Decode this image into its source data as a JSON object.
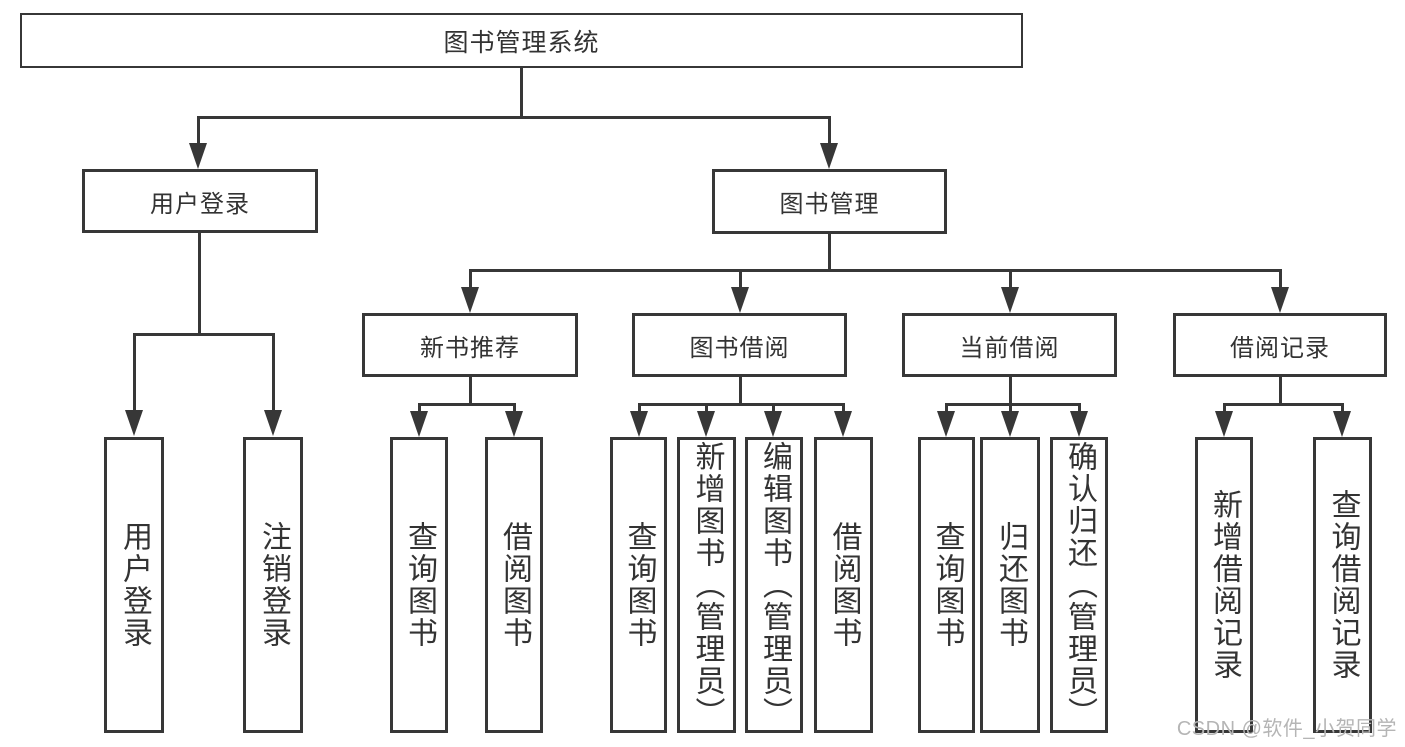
{
  "colors": {
    "line": "#373737",
    "text": "#333333",
    "watermark": "#b5b5b5",
    "background": "#ffffff"
  },
  "watermark": "CSDN @软件_小贺同学",
  "tree": {
    "root": "图书管理系统",
    "user_login": "用户登录",
    "book_mgmt": "图书管理",
    "new_books": "新书推荐",
    "book_borrow": "图书借阅",
    "current_borrow": "当前借阅",
    "borrow_records": "借阅记录",
    "leaves": {
      "user_login": [
        "用户登录",
        "注销登录"
      ],
      "new_books": [
        "查询图书",
        "借阅图书"
      ],
      "book_borrow": [
        "查询图书",
        "新增图书（管理员）",
        "编辑图书（管理员）",
        "借阅图书"
      ],
      "current_borrow": [
        "查询图书",
        "归还图书",
        "确认归还（管理员）"
      ],
      "borrow_records": [
        "新增借阅记录",
        "查询借阅记录"
      ]
    }
  }
}
